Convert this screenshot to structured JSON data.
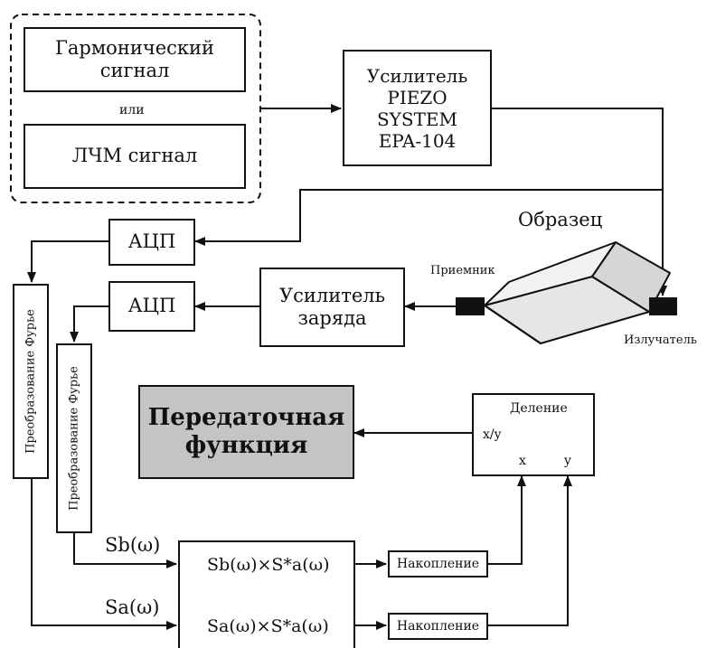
{
  "source_group": {
    "harmonic": "Гармонический сигнал",
    "or": "или",
    "chirp": "ЛЧМ сигнал"
  },
  "amplifier_piezo": "Усилитель PIEZO SYSTEM EPA-104",
  "sample_label": "Образец",
  "receiver_label": "Приемник",
  "emitter_label": "Излучатель",
  "adc_top": "АЦП",
  "adc_bottom": "АЦП",
  "charge_amplifier": "Усилитель заряда",
  "fourier_left": "Преобразование Фурье",
  "fourier_right": "Преобразование Фурье",
  "transfer_function": "Передаточная функция",
  "division": {
    "title": "Деление",
    "ratio": "x/y",
    "input_x": "x",
    "input_y": "y"
  },
  "signals": {
    "sb": "Sb(ω)",
    "sa": "Sa(ω)"
  },
  "products": {
    "top": "Sb(ω)×S*a(ω)",
    "bottom": "Sa(ω)×S*a(ω)"
  },
  "accum_top": "Накопление",
  "accum_bottom": "Накопление",
  "colors": {
    "line": "#111111",
    "transfer_fill": "#c4c4c4",
    "sample_fill": "#e6e6e6"
  }
}
